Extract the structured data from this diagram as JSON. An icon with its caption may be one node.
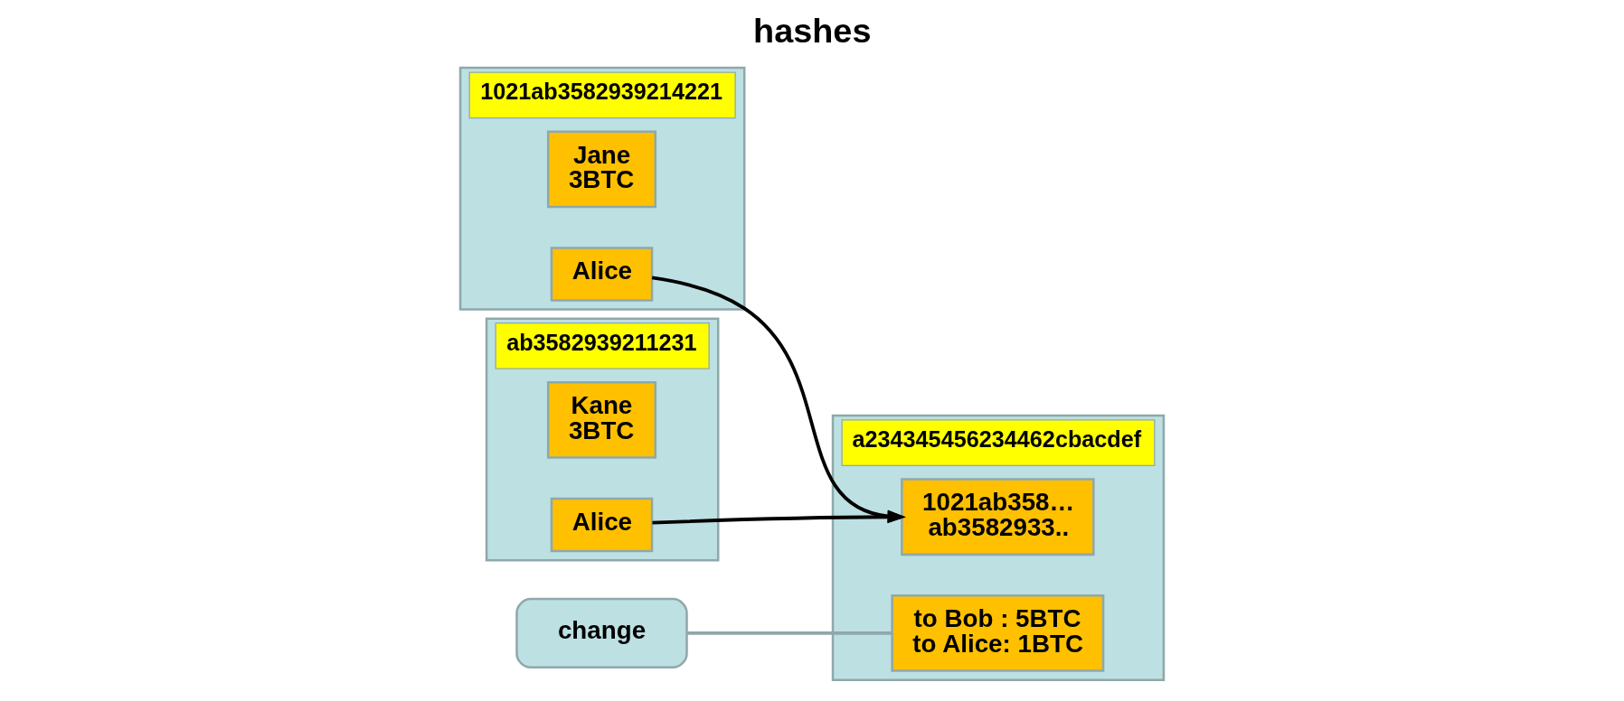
{
  "diagram": {
    "title": "hashes",
    "nodes": [
      {
        "text": [
          "1021ab3582939214221"
        ]
      },
      {
        "text": [
          "Jane 3BTC"
        ],
        "in": 0
      },
      {
        "text": [
          "Alice"
        ],
        "in": 0
      },
      {
        "text": [
          "ab3582939211231"
        ]
      },
      {
        "text": [
          "Kane 3BTC"
        ],
        "in": 3
      },
      {
        "text": [
          "Alice"
        ],
        "in": 3
      },
      {
        "text": [
          "a234345456234462cbacdef"
        ]
      },
      {
        "text": [
          "1021ab358… ab3582933.."
        ],
        "in": 6
      },
      {
        "text": [
          "to Bob : 5BTC to Alice: 1BTC"
        ],
        "in": 6
      },
      {
        "text": [
          "change"
        ]
      }
    ],
    "edges": [
      {
        "from": 2,
        "to": 7,
        "arrow": "to"
      },
      {
        "from": 5,
        "to": 7,
        "arrow": "to"
      },
      {
        "from": 9,
        "to": 8,
        "arrow": "none",
        "color": "#8fa8aa"
      }
    ]
  }
}
